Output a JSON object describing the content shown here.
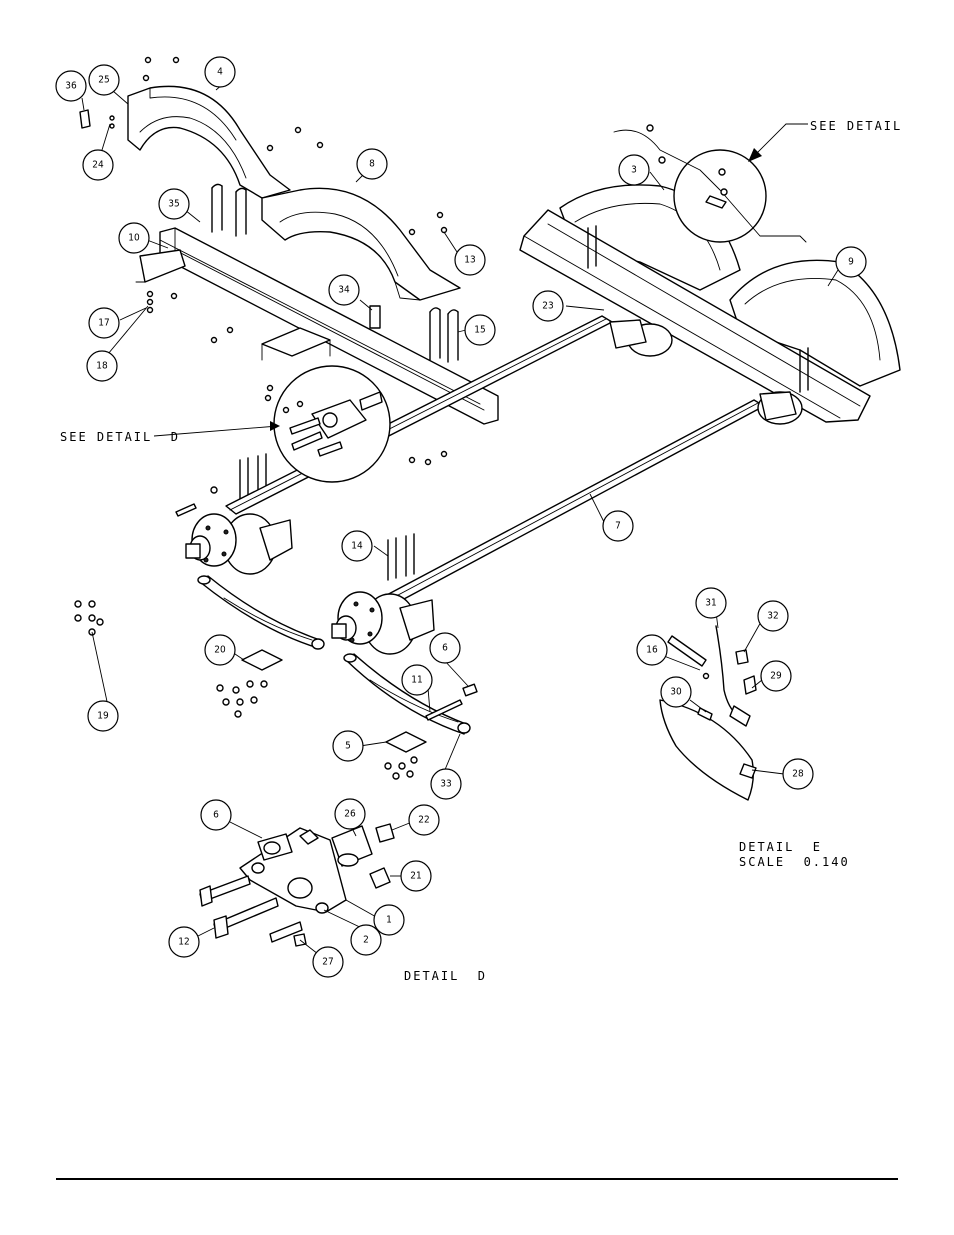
{
  "callouts": {
    "b1": "1",
    "b2": "2",
    "b3": "3",
    "b4": "4",
    "b5": "5",
    "b6a": "6",
    "b6b": "6",
    "b7": "7",
    "b8": "8",
    "b9": "9",
    "b10": "10",
    "b11": "11",
    "b12": "12",
    "b13": "13",
    "b14": "14",
    "b15": "15",
    "b16": "16",
    "b17": "17",
    "b18": "18",
    "b19": "19",
    "b20": "20",
    "b21": "21",
    "b22": "22",
    "b23": "23",
    "b24": "24",
    "b25": "25",
    "b26": "26",
    "b27": "27",
    "b28": "28",
    "b29": "29",
    "b30": "30",
    "b31": "31",
    "b32": "32",
    "b33": "33",
    "b34": "34",
    "b35": "35",
    "b36": "36"
  },
  "notes": {
    "see_detail_top": "SEE DETAIL",
    "see_detail_d": "SEE DETAIL  D",
    "detail_e": "DETAIL  E",
    "scale_e": "SCALE  0.140",
    "detail_d": "DETAIL  D"
  }
}
